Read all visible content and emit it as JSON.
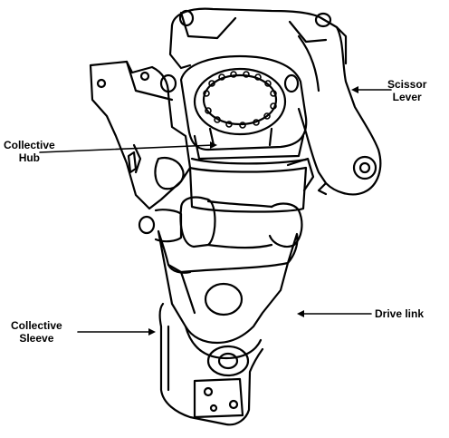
{
  "diagram": {
    "labels": {
      "scissor_lever": [
        "Scissor",
        "Lever"
      ],
      "collective_hub": [
        "Collective",
        "Hub"
      ],
      "drive_link": "Drive link",
      "collective_sleeve": [
        "Collective",
        "Sleeve"
      ]
    },
    "colors": {
      "ink": "#000000",
      "background": "#ffffff"
    }
  }
}
